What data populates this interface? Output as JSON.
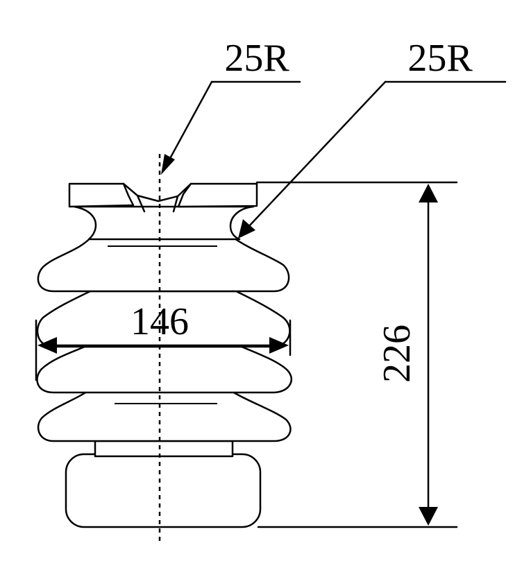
{
  "annotations": {
    "radius_left": "25R",
    "radius_right": "25R",
    "width_dimension": "146",
    "height_dimension": "226"
  }
}
